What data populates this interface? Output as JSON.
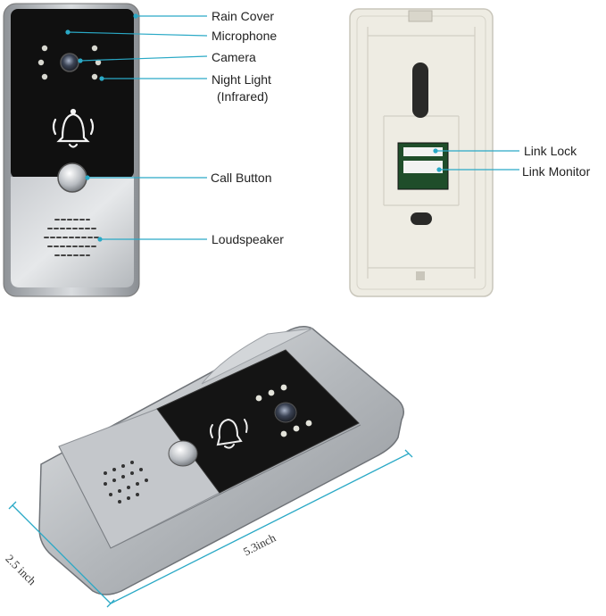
{
  "callouts": {
    "rain_cover": "Rain Cover",
    "microphone": "Microphone",
    "camera": "Camera",
    "night_light": "Night Light",
    "night_light_sub": "(Infrared)",
    "call_button": "Call Button",
    "loudspeaker": "Loudspeaker",
    "link_lock": "Link Lock",
    "link_monitor": "Link Monitor"
  },
  "dimensions": {
    "width": "2.5 inch",
    "length": "5.3inch"
  },
  "colors": {
    "accent_line": "#2aa9c6",
    "panel_black": "#111111",
    "frame_silver": "#b9bcc0",
    "back_plate": "#eeece3"
  },
  "icons": [
    "bell-icon"
  ]
}
